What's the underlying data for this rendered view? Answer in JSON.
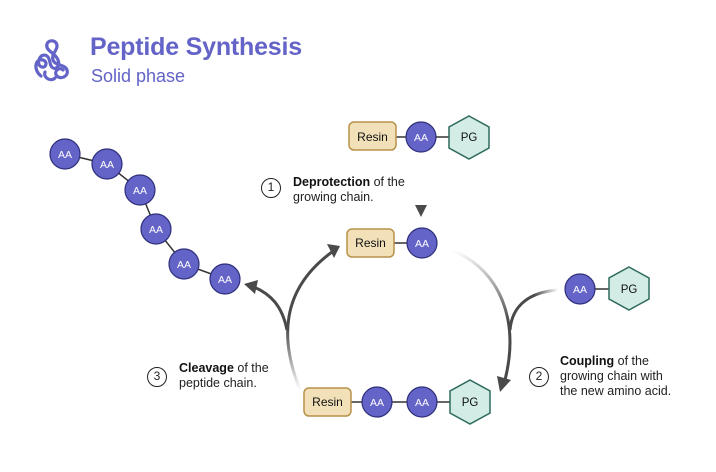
{
  "header": {
    "title": "Peptide Synthesis",
    "subtitle": "Solid phase",
    "logo_icon": "peptide-strand-icon"
  },
  "colors": {
    "accent": "#6363c8",
    "amino_acid_fill": "#6464c8",
    "amino_acid_stroke": "#2e2e7a",
    "resin_fill": "#f2e1b8",
    "resin_stroke": "#b8914a",
    "pg_fill": "#d3ece6",
    "pg_stroke": "#2f6b5e",
    "arrow": "#4a4a4a"
  },
  "labels": {
    "resin": "Resin",
    "amino_acid": "AA",
    "protecting_group": "PG"
  },
  "steps": [
    {
      "number": "1",
      "bold": "Deprotection",
      "rest_line1": " of the",
      "line2": "growing chain."
    },
    {
      "number": "2",
      "bold": "Coupling",
      "rest_line1": " of the",
      "line2": "growing chain with",
      "line3": "the new amino acid."
    },
    {
      "number": "3",
      "bold": "Cleavage",
      "rest_line1": " of the",
      "line2": "peptide chain."
    }
  ],
  "constructs": {
    "top_input": [
      "Resin",
      "AA",
      "PG"
    ],
    "deprotected": [
      "Resin",
      "AA"
    ],
    "incoming_amino_acid": [
      "AA",
      "PG"
    ],
    "coupled": [
      "Resin",
      "AA",
      "AA",
      "PG"
    ],
    "released_peptide": [
      "AA",
      "AA",
      "AA",
      "AA",
      "AA",
      "AA"
    ]
  }
}
